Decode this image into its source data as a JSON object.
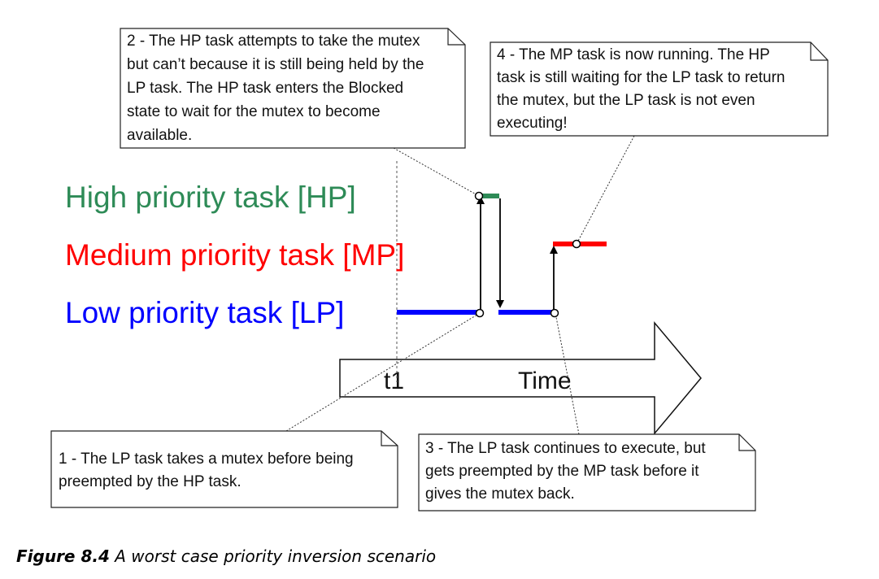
{
  "tasks": {
    "hp": {
      "label": "High priority task [HP]",
      "color": "#2e8b57"
    },
    "mp": {
      "label": "Medium priority task [MP]",
      "color": "#ff0000"
    },
    "lp": {
      "label": "Low priority task [LP]",
      "color": "#0000ff"
    }
  },
  "time_axis": {
    "marker_label": "t1",
    "axis_label": "Time"
  },
  "callouts": {
    "c1": {
      "lines": [
        "1 - The LP task takes a mutex before being",
        "preempted by the HP task."
      ]
    },
    "c2": {
      "lines": [
        "2 - The HP task attempts to take the mutex",
        "but can’t because it is still being held by the",
        "LP task.  The HP task enters the Blocked",
        "state to wait for the mutex to become",
        "available."
      ]
    },
    "c3": {
      "lines": [
        "3 - The LP task continues to execute, but",
        "gets preempted by the MP task before it",
        "gives the mutex back."
      ]
    },
    "c4": {
      "lines": [
        "4 - The MP task is now running.  The HP",
        "task is still waiting for the LP task to return",
        "the mutex, but the LP task is not even",
        "executing!"
      ]
    }
  },
  "caption": {
    "number": "Figure 8.4",
    "text": "A worst case priority inversion scenario"
  }
}
